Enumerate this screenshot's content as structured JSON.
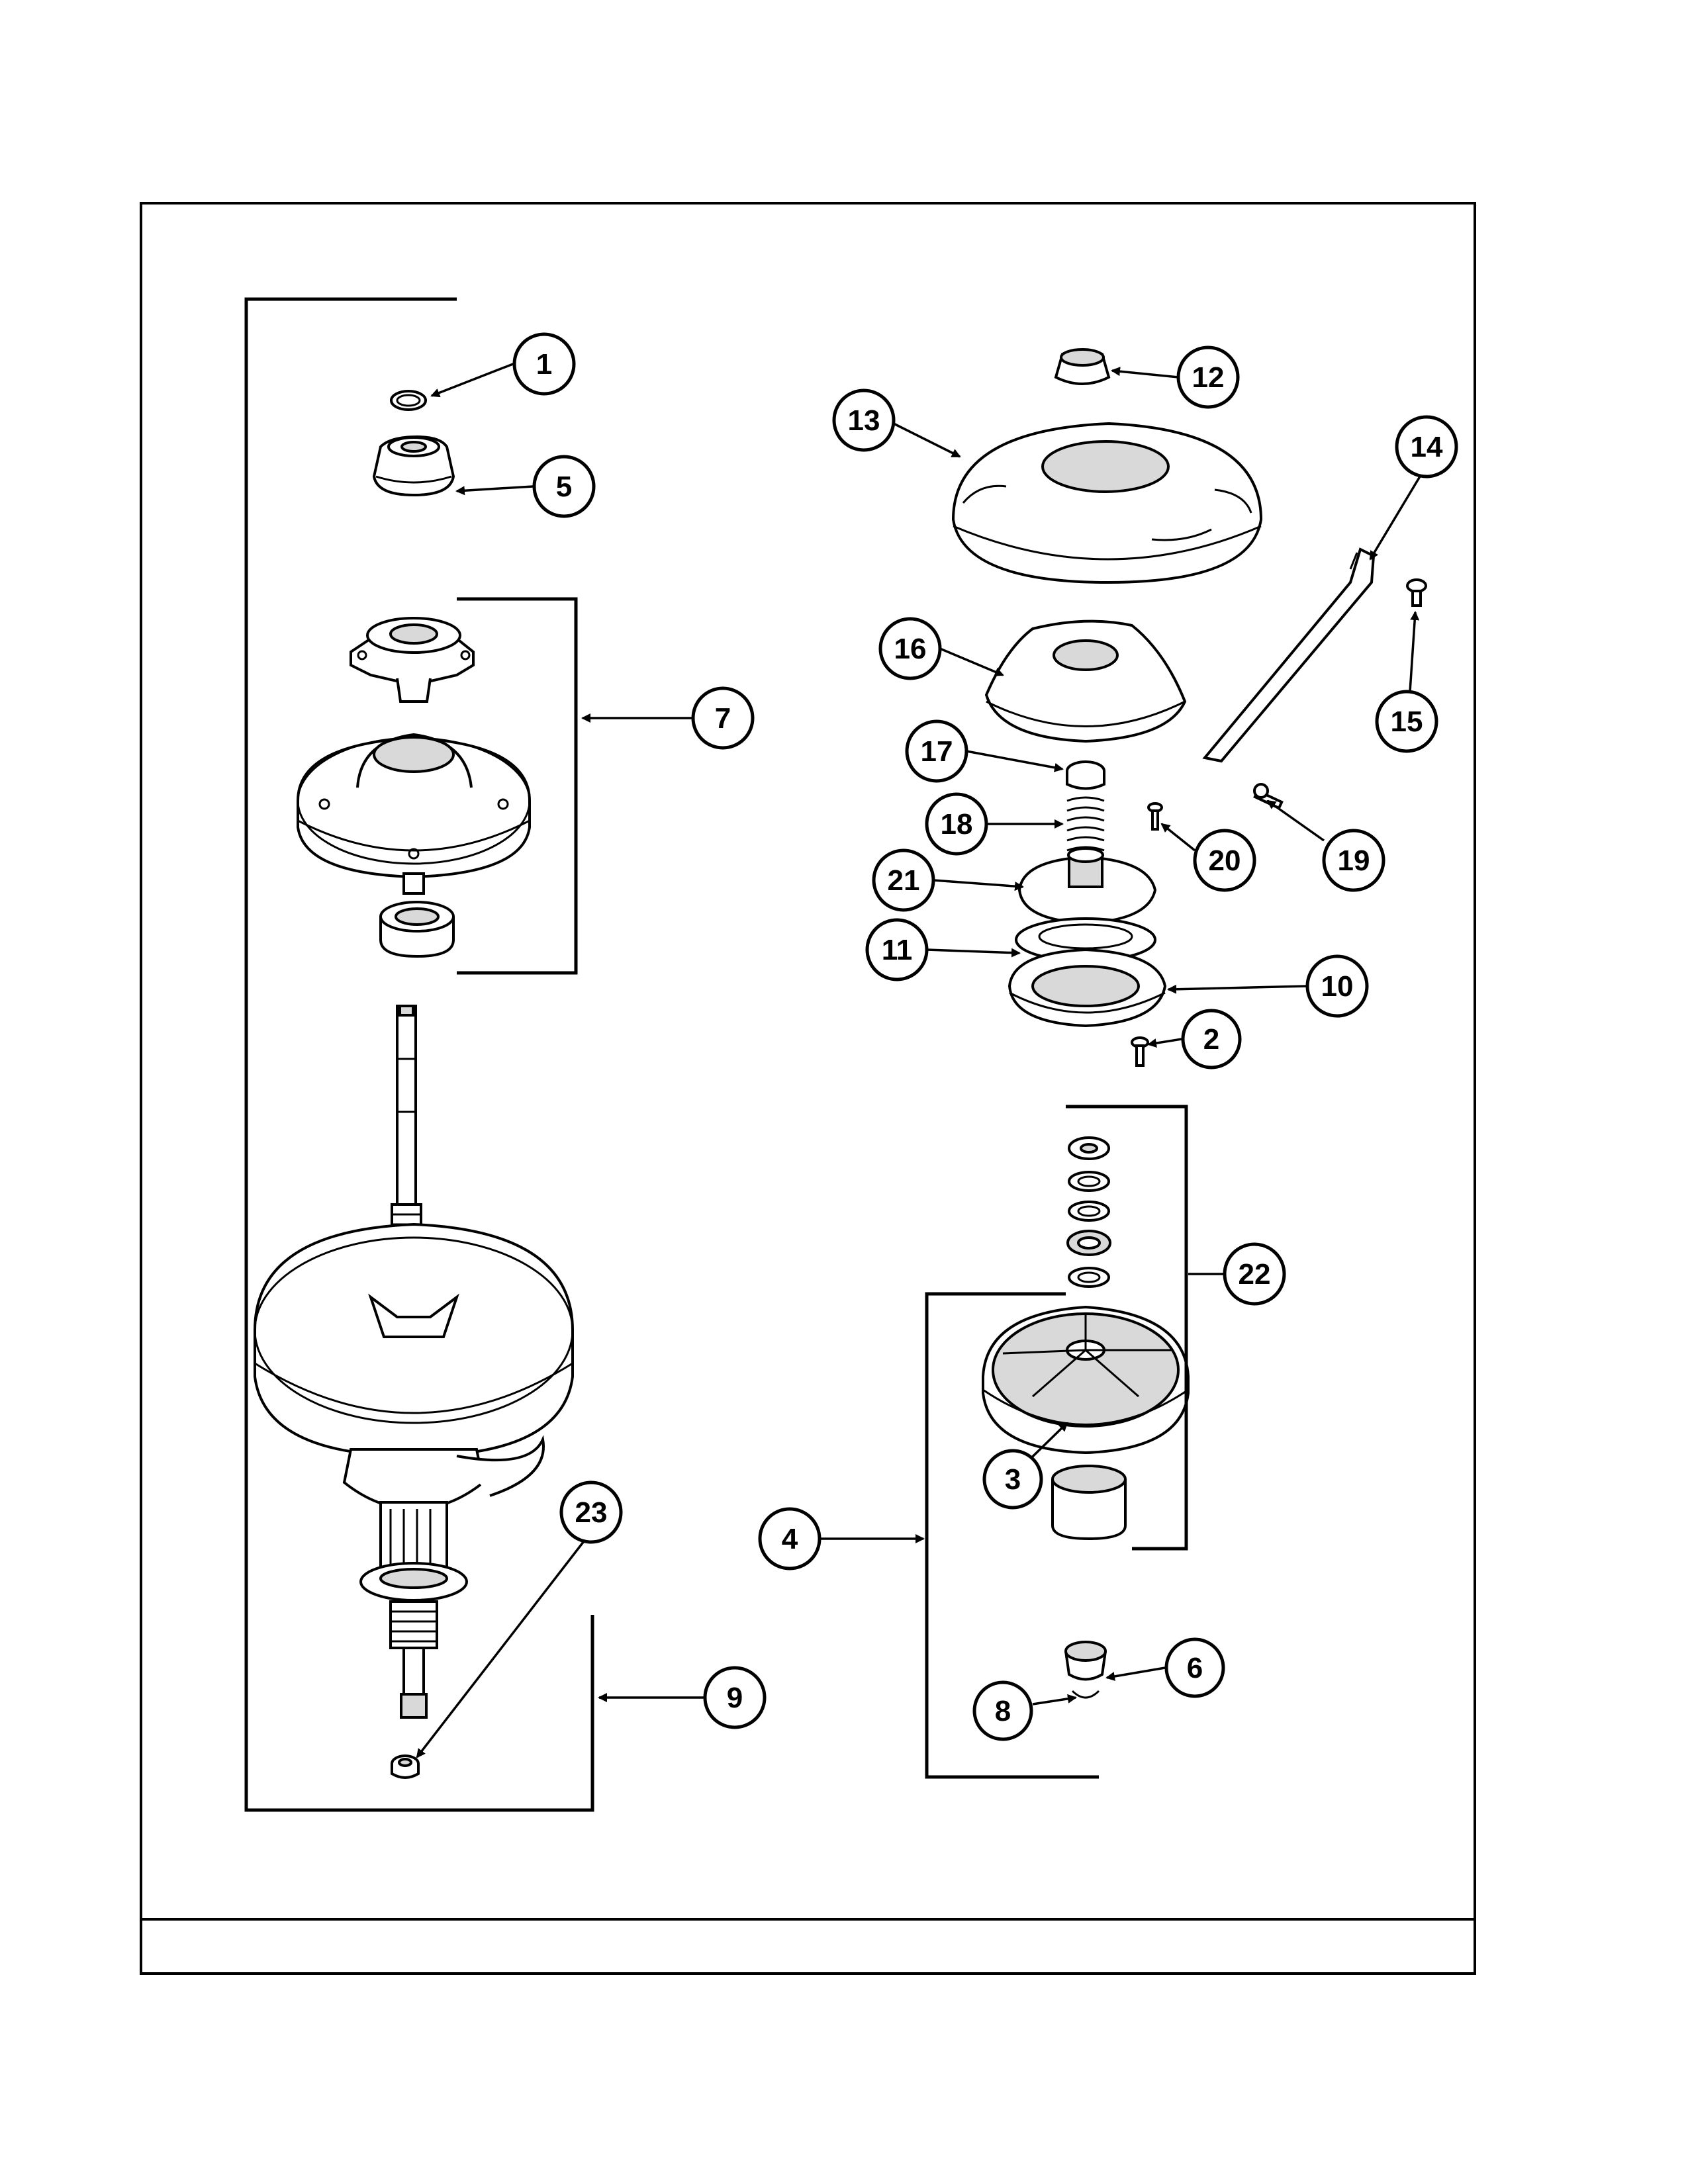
{
  "diagram": {
    "colors": {
      "ink": "#000000",
      "paper": "#ffffff",
      "shade": "#d9d9d9"
    },
    "callouts": [
      {
        "id": "c1",
        "label": "1"
      },
      {
        "id": "c2",
        "label": "2"
      },
      {
        "id": "c3",
        "label": "3"
      },
      {
        "id": "c4",
        "label": "4"
      },
      {
        "id": "c5",
        "label": "5"
      },
      {
        "id": "c6",
        "label": "6"
      },
      {
        "id": "c7",
        "label": "7"
      },
      {
        "id": "c8",
        "label": "8"
      },
      {
        "id": "c9",
        "label": "9"
      },
      {
        "id": "c10",
        "label": "10"
      },
      {
        "id": "c11",
        "label": "11"
      },
      {
        "id": "c12",
        "label": "12"
      },
      {
        "id": "c13",
        "label": "13"
      },
      {
        "id": "c14",
        "label": "14"
      },
      {
        "id": "c15",
        "label": "15"
      },
      {
        "id": "c16",
        "label": "16"
      },
      {
        "id": "c17",
        "label": "17"
      },
      {
        "id": "c18",
        "label": "18"
      },
      {
        "id": "c19",
        "label": "19"
      },
      {
        "id": "c20",
        "label": "20"
      },
      {
        "id": "c21",
        "label": "21"
      },
      {
        "id": "c22",
        "label": "22"
      },
      {
        "id": "c23",
        "label": "23"
      }
    ]
  }
}
